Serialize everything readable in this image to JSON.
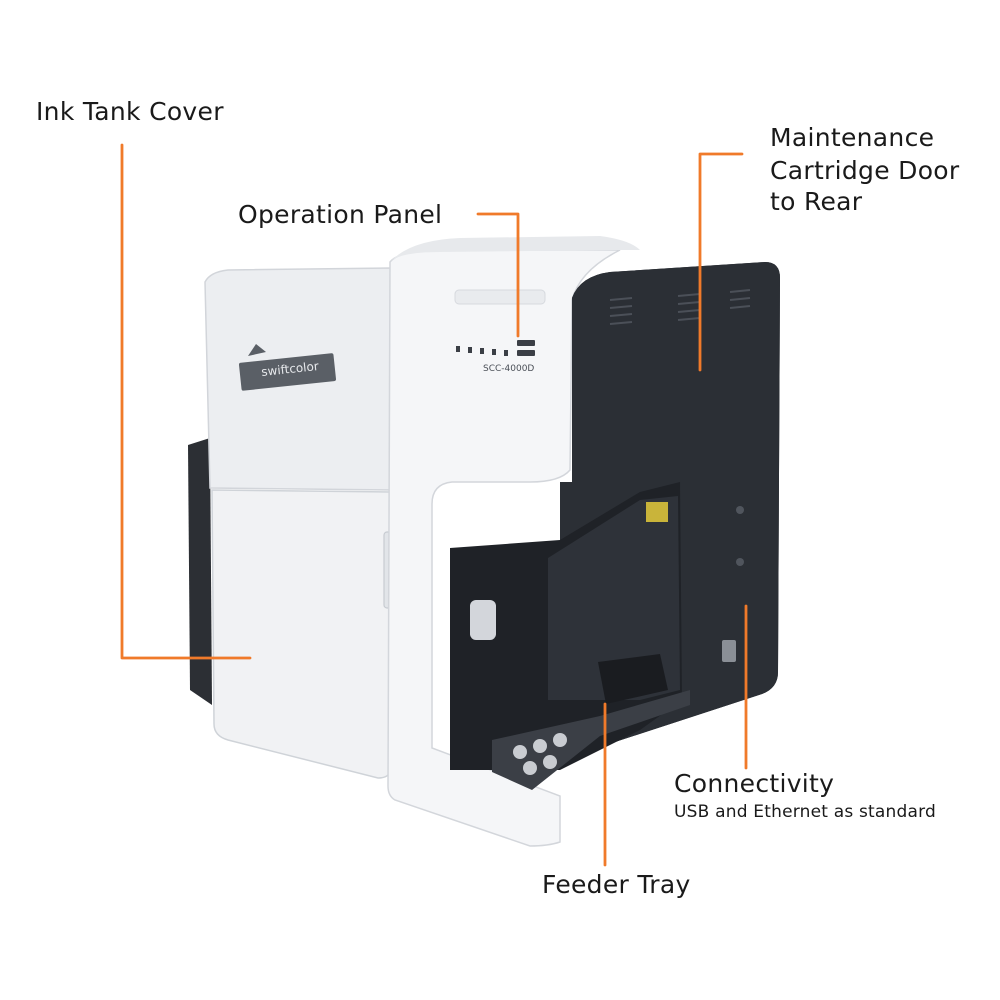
{
  "callouts": {
    "ink_tank_cover": "Ink Tank Cover",
    "operation_panel": "Operation Panel",
    "maintenance": [
      "Maintenance",
      "Cartridge Door",
      "to Rear"
    ],
    "connectivity": "Connectivity",
    "connectivity_note": "USB and Ethernet as standard",
    "feeder_tray": "Feeder Tray"
  },
  "device": {
    "brand": "swiftcolor",
    "model": "SCC-4000D"
  },
  "colors": {
    "leader_line": "#f07a2a",
    "body": "#f3f4f6",
    "dark_panel": "#2b2f35",
    "text": "#1a1a1a"
  }
}
